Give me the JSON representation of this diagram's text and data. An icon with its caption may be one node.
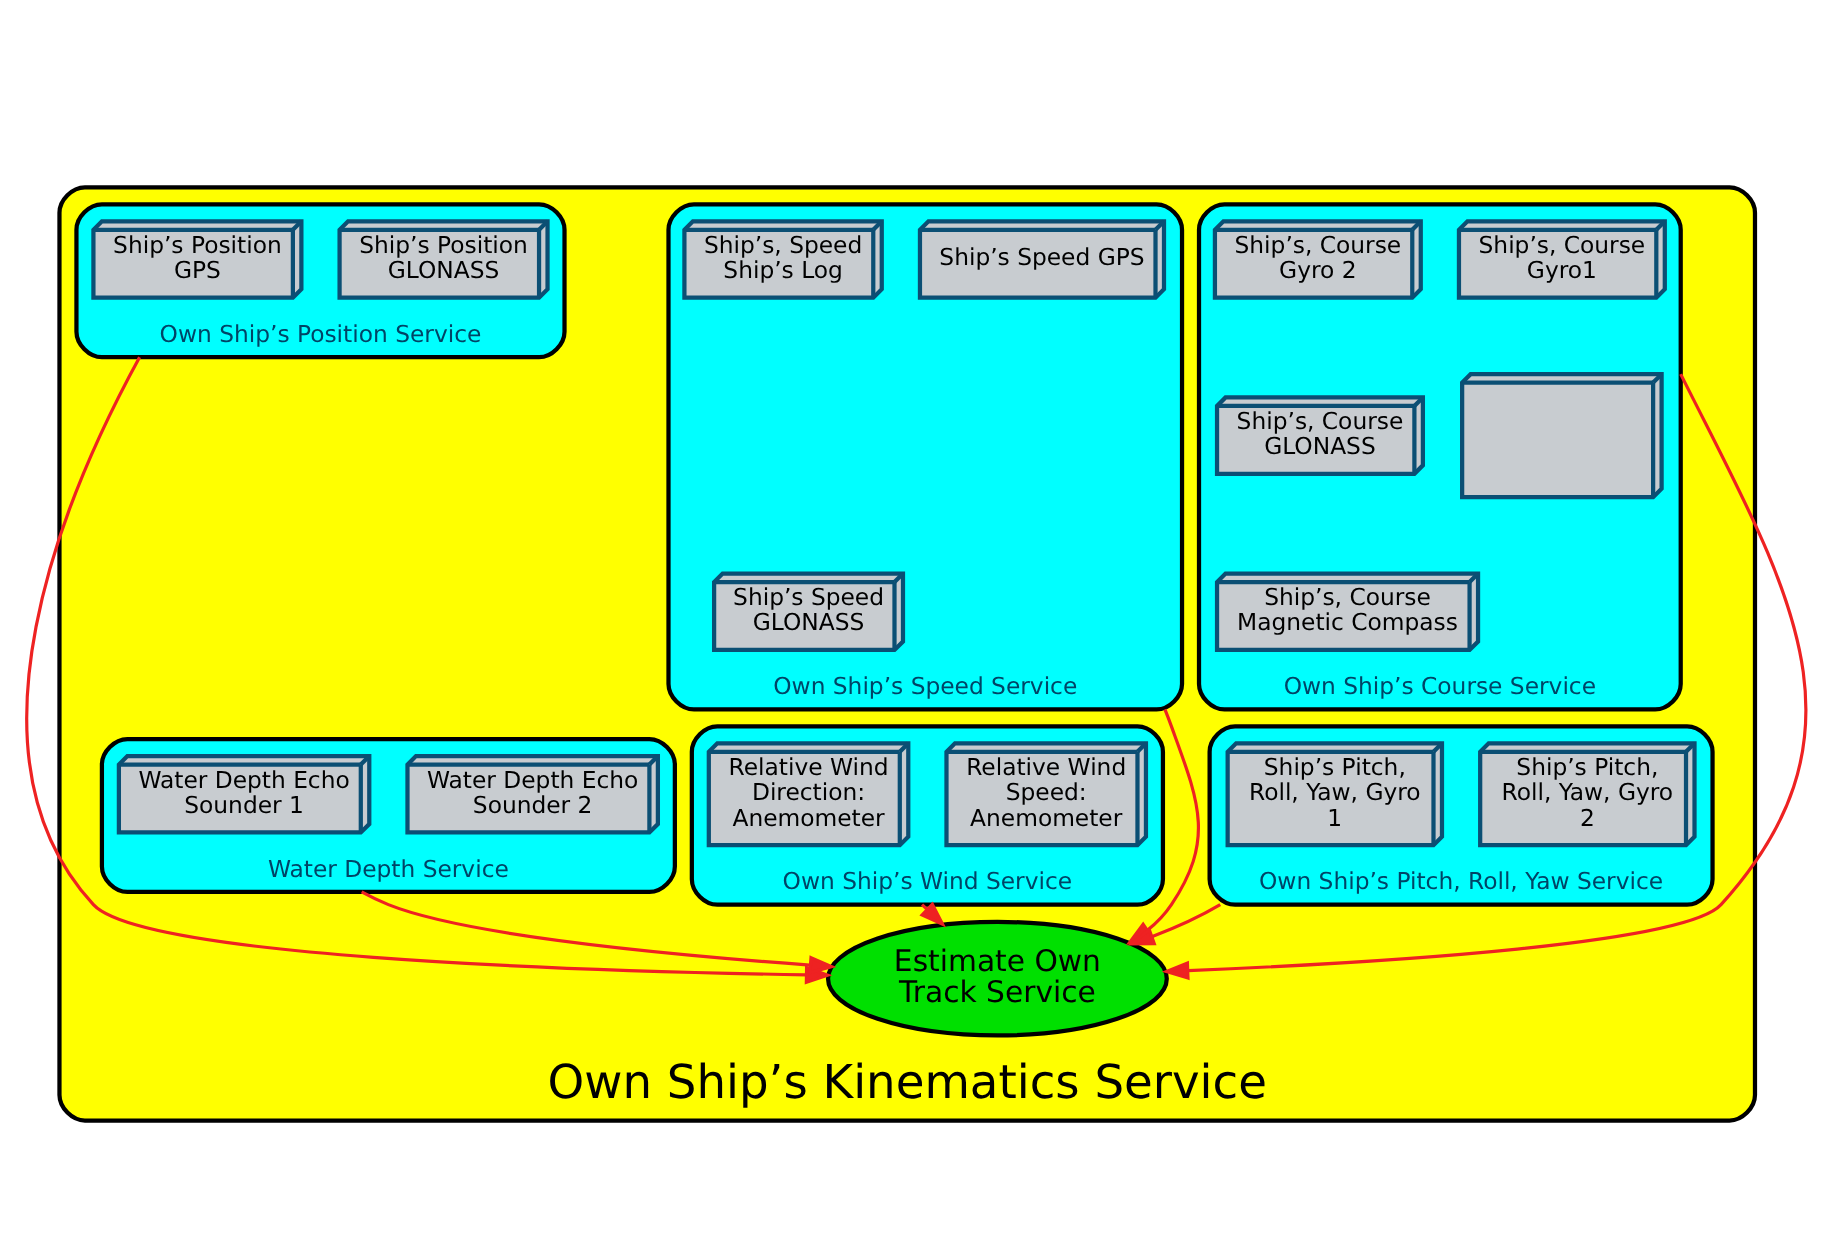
{
  "diagram": {
    "nodes": [
      {
        "text": [
          "Own Ship’s Kinematics Service"
        ]
      },
      {
        "text": [
          "Own Ship’s Course Service"
        ],
        "in": 0
      },
      {
        "text": [
          "Ship’s, Course Gyro1"
        ],
        "in": 1
      },
      {
        "text": [
          "Ship’s, Course Gyro 2"
        ],
        "in": 1
      },
      {
        "text": [],
        "shape": "box",
        "in": 1
      },
      {
        "text": [
          "Ship’s, Course GLONASS"
        ],
        "in": 1
      },
      {
        "text": [
          "Ship’s, Course Magnetic Compass"
        ],
        "in": 1
      },
      {
        "text": [
          "Own Ship’s Speed Service"
        ],
        "in": 0
      },
      {
        "text": [
          "Ship’s, Speed Ship’s Log"
        ],
        "in": 7
      },
      {
        "text": [
          "Ship’s Speed GPS"
        ],
        "in": 7
      },
      {
        "text": [
          "Ship’s Speed GLONASS"
        ],
        "in": 7
      },
      {
        "text": [
          "Own Ship’s Position Service"
        ],
        "in": 0
      },
      {
        "text": [
          "Ship’s Position GPS"
        ],
        "in": 11
      },
      {
        "text": [
          "Ship’s Position GLONASS"
        ],
        "in": 11
      },
      {
        "text": [
          "Own Ship’s Pitch, Roll, Yaw Service"
        ],
        "in": 0
      },
      {
        "text": [
          "Ship’s Pitch, Roll, Yaw, Gyro 1"
        ],
        "in": 14
      },
      {
        "text": [
          "Ship’s Pitch, Roll, Yaw, Gyro 2"
        ],
        "in": 14
      },
      {
        "text": [
          "Own Ship’s Wind Service"
        ],
        "in": 0
      },
      {
        "text": [
          "Relative Wind Direction: Anemometer"
        ],
        "in": 17
      },
      {
        "text": [
          "Relative Wind Speed: Anemometer"
        ],
        "in": 17
      },
      {
        "text": [
          "Water Depth Service"
        ],
        "in": 0
      },
      {
        "text": [
          "Water Depth Echo Sounder 1"
        ],
        "in": 20
      },
      {
        "text": [
          "Water Depth Echo Sounder 2"
        ],
        "in": 20
      },
      {
        "text": [
          "Estimate Own Track Service"
        ],
        "in": 0
      }
    ],
    "edges": [
      {
        "from": 1,
        "to": 23,
        "arrow": "to"
      },
      {
        "from": 7,
        "to": 23,
        "arrow": "to"
      },
      {
        "from": 11,
        "to": 23,
        "arrow": "to"
      },
      {
        "from": 14,
        "to": 23,
        "arrow": "to"
      },
      {
        "from": 17,
        "to": 23,
        "arrow": "to"
      },
      {
        "from": 20,
        "to": 23,
        "arrow": "to"
      }
    ]
  }
}
